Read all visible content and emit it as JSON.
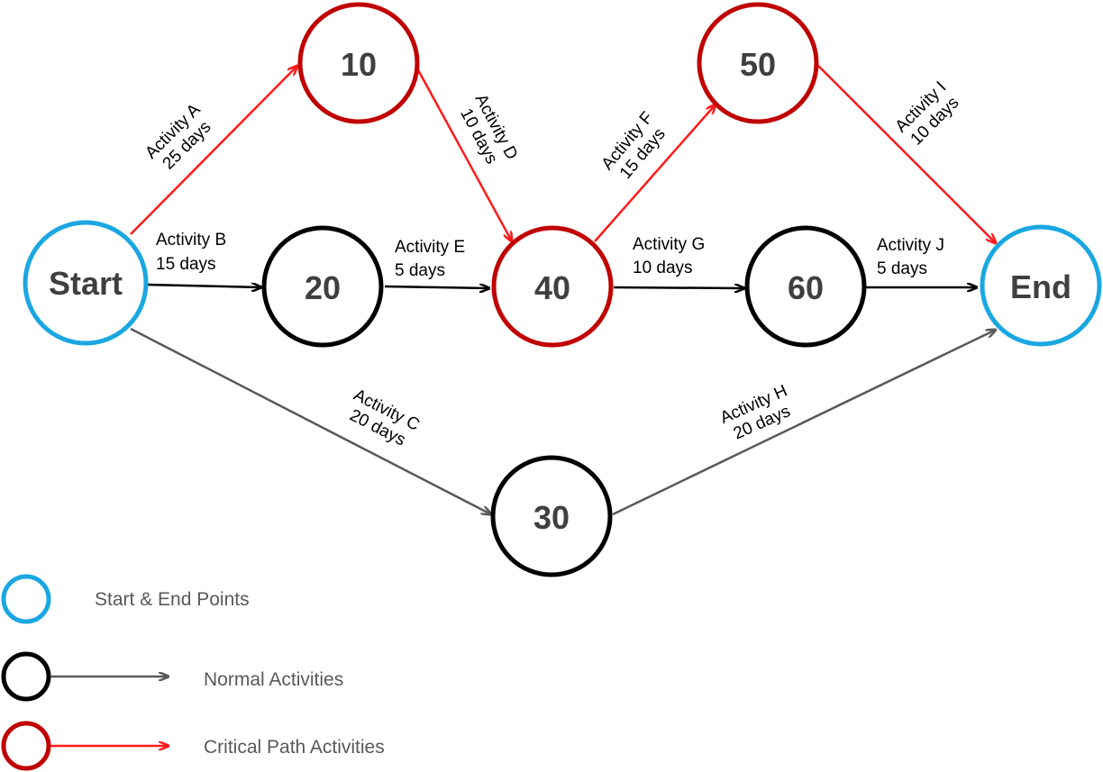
{
  "colors": {
    "start_end": "#1aa7e1",
    "normal_node": "#000000",
    "critical_node": "#c00000",
    "critical_arrow": "#ff1a1a",
    "normal_arrow_dark": "#000000",
    "normal_arrow_gray": "#595959"
  },
  "nodes": {
    "start": "Start",
    "n10": "10",
    "n20": "20",
    "n30": "30",
    "n40": "40",
    "n50": "50",
    "n60": "60",
    "end": "End"
  },
  "edges": {
    "A": {
      "name": "Activity A",
      "duration": "25 days",
      "critical": true
    },
    "B": {
      "name": "Activity B",
      "duration": "15 days",
      "critical": false
    },
    "C": {
      "name": "Activity C",
      "duration": "20 days",
      "critical": false
    },
    "D": {
      "name": "Activity D",
      "duration": "10 days",
      "critical": true
    },
    "E": {
      "name": "Activity E",
      "duration": "5 days",
      "critical": false
    },
    "F": {
      "name": "Activity F",
      "duration": "15 days",
      "critical": true
    },
    "G": {
      "name": "Activity G",
      "duration": "10 days",
      "critical": false
    },
    "H": {
      "name": "Activity H",
      "duration": "20 days",
      "critical": false
    },
    "I": {
      "name": "Activity I",
      "duration": "10 days",
      "critical": true
    },
    "J": {
      "name": "Activity J",
      "duration": "5 days",
      "critical": false
    }
  },
  "legend": {
    "start_end": "Start & End Points",
    "normal": "Normal Activities",
    "critical": "Critical Path Activities"
  }
}
